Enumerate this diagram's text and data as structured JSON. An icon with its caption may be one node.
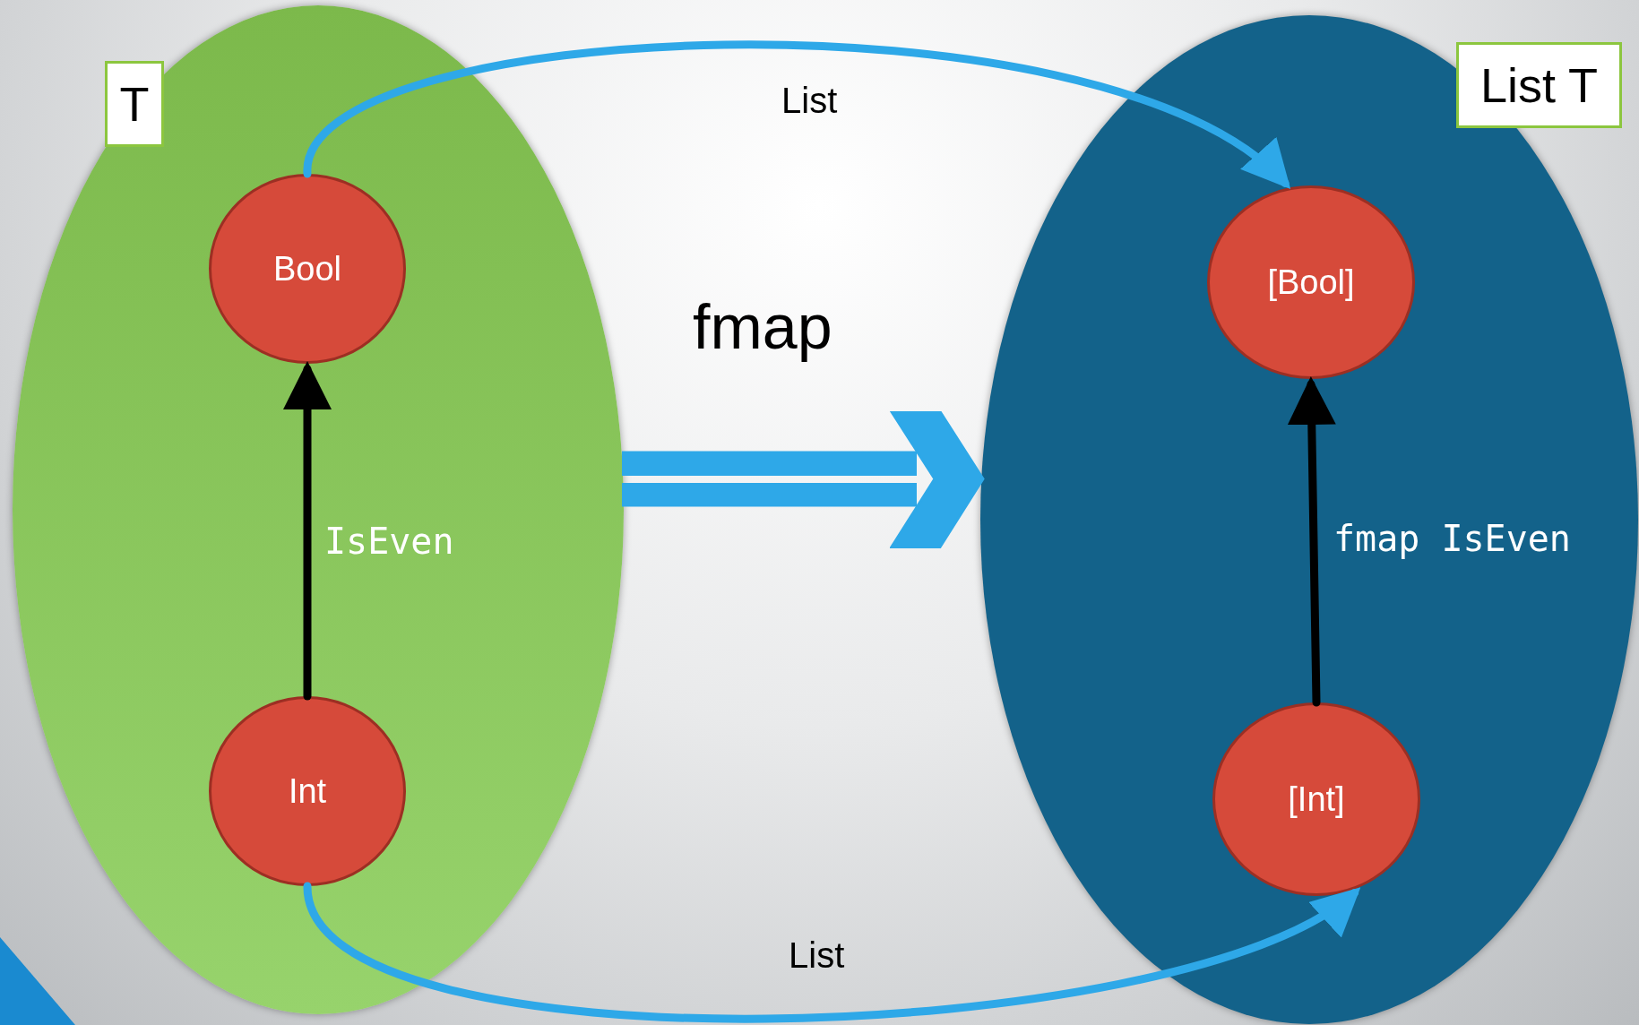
{
  "diagram": {
    "nodes": [
      {
        "text": [
          "T"
        ]
      },
      {
        "text": [
          "Bool"
        ],
        "in": 0
      },
      {
        "text": [
          "Int"
        ],
        "in": 0
      },
      {
        "text": [
          "List T"
        ]
      },
      {
        "text": [
          "[Bool]"
        ],
        "in": 3
      },
      {
        "text": [
          "[Int]"
        ],
        "in": 3
      }
    ],
    "edges": [
      {
        "from": 2,
        "to": 1,
        "arrow": "to",
        "label": "IsEven",
        "color": "#000000"
      },
      {
        "from": 5,
        "to": 4,
        "arrow": "to",
        "label": "fmap IsEven",
        "color": "#000000"
      },
      {
        "from": 1,
        "to": 4,
        "arrow": "to",
        "label": "List",
        "color": "#2ea8e8"
      },
      {
        "from": 2,
        "to": 5,
        "arrow": "to",
        "label": "List",
        "color": "#2ea8e8"
      },
      {
        "from": 0,
        "to": 3,
        "arrow": "to",
        "label": "fmap",
        "color": "#2ea8e8"
      }
    ]
  }
}
